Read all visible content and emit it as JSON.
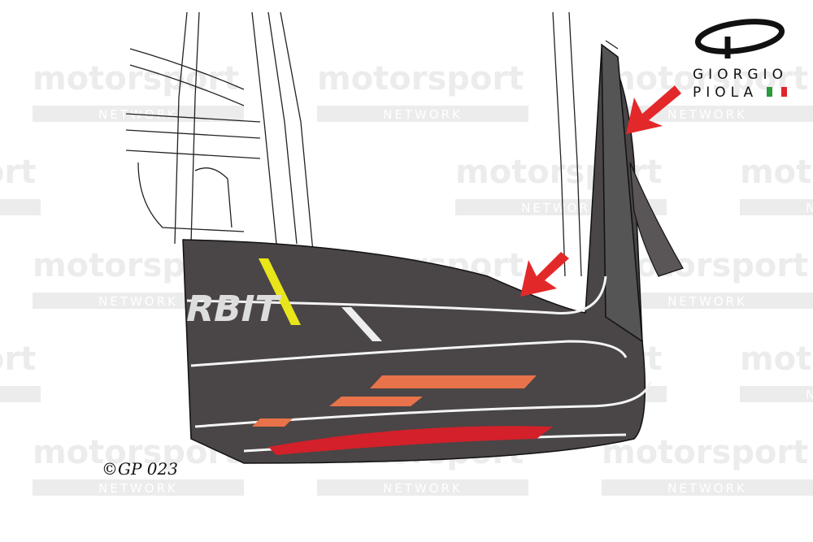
{
  "watermark": {
    "brand": "motorsport",
    "sub": "NETWORK"
  },
  "logo": {
    "line1": "GIORGIO",
    "line2": "PIOLA",
    "flag_colors": [
      "#2a9a3a",
      "#ffffff",
      "#e0262a"
    ]
  },
  "signature": {
    "text": "©GP 023"
  },
  "livery_text": "RBIT",
  "colors": {
    "wing": "#4a4546",
    "arrow": "#e3282a",
    "accent_yellow": "#e8e51a",
    "accent_orange": "#e8734a",
    "accent_red": "#d3202a"
  }
}
